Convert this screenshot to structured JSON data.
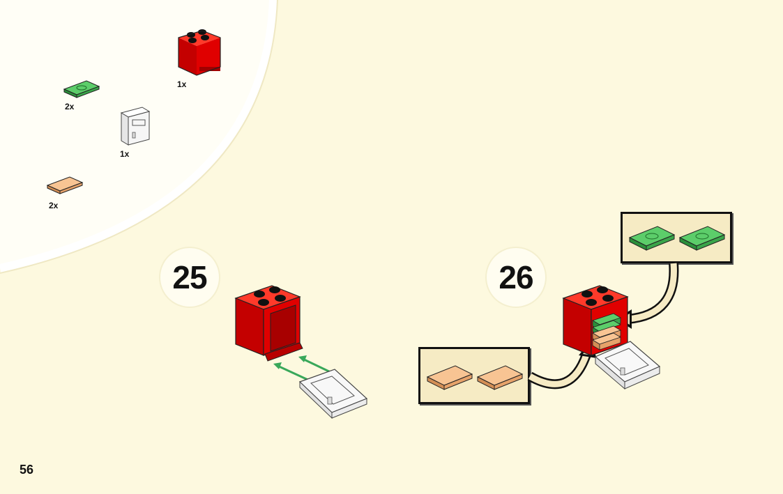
{
  "page": {
    "number": "56",
    "background_color": "#fdf9df"
  },
  "parts_list": {
    "items": [
      {
        "part": "red-container-2x2",
        "color": "#d40000",
        "quantity": "1x"
      },
      {
        "part": "green-printed-tile-1x2",
        "color": "#3aa54a",
        "quantity": "2x"
      },
      {
        "part": "transparent-container-door",
        "color": "#f2f2f2",
        "quantity": "1x"
      },
      {
        "part": "tan-tile-1x2",
        "color": "#f2b27a",
        "quantity": "2x"
      }
    ]
  },
  "steps": [
    {
      "number": "25",
      "arrow_color": "#39a85a"
    },
    {
      "number": "26"
    }
  ],
  "colors": {
    "brick_red": "#d40000",
    "tile_green": "#3aa54a",
    "tile_tan": "#f2b27a",
    "callout_bg": "#f6ebc4"
  }
}
